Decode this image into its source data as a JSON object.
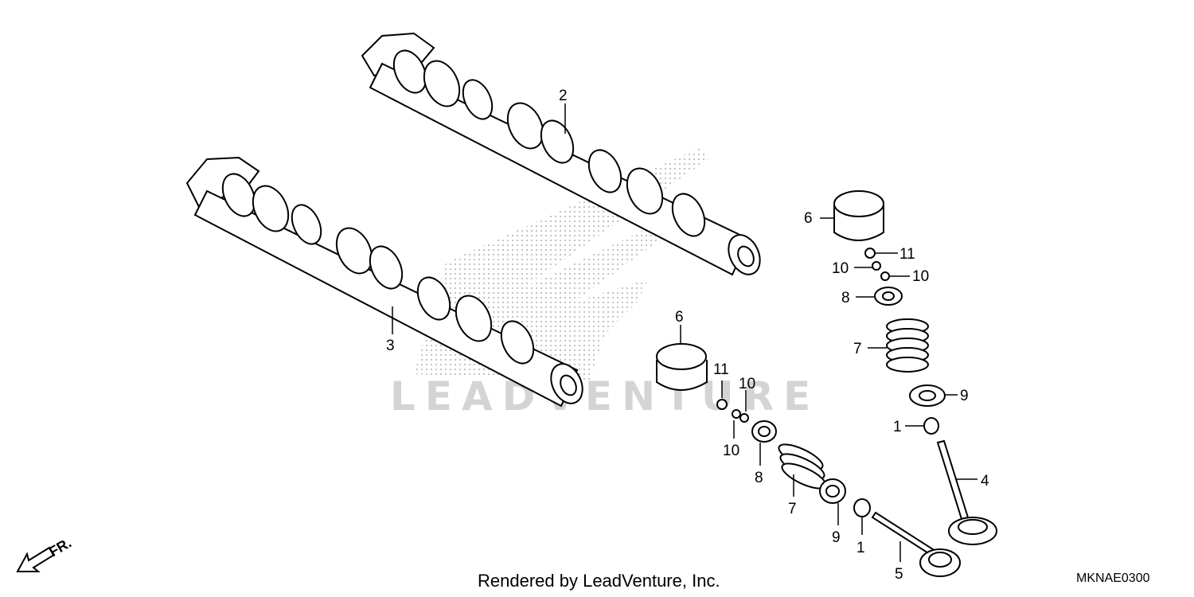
{
  "watermark": {
    "text": "LEADVENTURE"
  },
  "callouts": [
    {
      "id": "cam-upper",
      "label": "2"
    },
    {
      "id": "cam-lower",
      "label": "3"
    },
    {
      "id": "tappet-right",
      "label": "6"
    },
    {
      "id": "shim-right",
      "label": "11"
    },
    {
      "id": "cotter-right-a",
      "label": "10"
    },
    {
      "id": "cotter-right-b",
      "label": "10"
    },
    {
      "id": "retainer-right",
      "label": "8"
    },
    {
      "id": "spring-right",
      "label": "7"
    },
    {
      "id": "seat-right",
      "label": "9"
    },
    {
      "id": "seal-right",
      "label": "1"
    },
    {
      "id": "valve-right",
      "label": "4"
    },
    {
      "id": "tappet-left",
      "label": "6"
    },
    {
      "id": "shim-left",
      "label": "11"
    },
    {
      "id": "cotter-left-a",
      "label": "10"
    },
    {
      "id": "cotter-left-b",
      "label": "10"
    },
    {
      "id": "retainer-left",
      "label": "8"
    },
    {
      "id": "spring-left",
      "label": "7"
    },
    {
      "id": "seat-left",
      "label": "9"
    },
    {
      "id": "seal-left",
      "label": "1"
    },
    {
      "id": "valve-left",
      "label": "5"
    }
  ],
  "direction": {
    "label": "FR."
  },
  "footer": {
    "credit": "Rendered by LeadVenture, Inc.",
    "code": "MKNAE0300"
  }
}
